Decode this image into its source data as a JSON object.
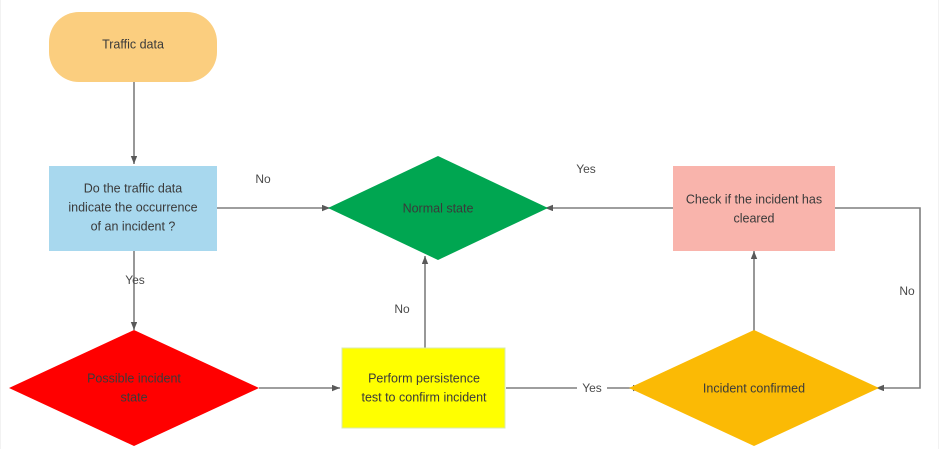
{
  "diagram": {
    "title": "Traffic incident detection flowchart",
    "background_color": "#ffffff",
    "edge_color": "#7f7f7f",
    "text_color": "#3a3a3a"
  },
  "nodes": {
    "traffic_data": {
      "label": "Traffic data",
      "shape": "rounded-rectangle",
      "color": "#FBCE7F"
    },
    "decision_incident": {
      "label": "Do the traffic data indicate the occurrence of an incident ?",
      "line1": "Do the traffic data",
      "line2": "indicate the occurrence",
      "line3": "of an incident ?",
      "shape": "rectangle",
      "color": "#A8D8EE"
    },
    "normal_state": {
      "label": "Normal state",
      "shape": "diamond",
      "color": "#00A651"
    },
    "check_cleared": {
      "label": "Check if the incident has cleared",
      "line1": "Check if the incident has",
      "line2": "cleared",
      "shape": "rectangle",
      "color": "#F9B4AC"
    },
    "possible_incident": {
      "label": "Possible incident state",
      "line1": "Possible incident",
      "line2": "state",
      "shape": "diamond",
      "color": "#FF0000"
    },
    "persistence_test": {
      "label": "Perform persistence test to confirm incident",
      "line1": "Perform persistence",
      "line2": "test to confirm incident",
      "shape": "rectangle",
      "color": "#FFFF00"
    },
    "incident_confirmed": {
      "label": "Incident confirmed",
      "shape": "diamond",
      "color": "#FBBA05"
    }
  },
  "edges": [
    {
      "id": "traffic-to-decision",
      "from": "traffic_data",
      "to": "decision_incident",
      "label": ""
    },
    {
      "id": "decision-no-to-normal",
      "from": "decision_incident",
      "to": "normal_state",
      "label": "No"
    },
    {
      "id": "decision-yes-to-possible",
      "from": "decision_incident",
      "to": "possible_incident",
      "label": "Yes"
    },
    {
      "id": "possible-to-persistence",
      "from": "possible_incident",
      "to": "persistence_test",
      "label": ""
    },
    {
      "id": "persistence-no-to-normal",
      "from": "persistence_test",
      "to": "normal_state",
      "label": "No"
    },
    {
      "id": "persistence-yes-to-confirmed",
      "from": "persistence_test",
      "to": "incident_confirmed",
      "label": "Yes"
    },
    {
      "id": "confirmed-to-check",
      "from": "incident_confirmed",
      "to": "check_cleared",
      "label": ""
    },
    {
      "id": "check-yes-to-normal",
      "from": "check_cleared",
      "to": "normal_state",
      "label": "Yes"
    },
    {
      "id": "check-no-to-confirmed",
      "from": "check_cleared",
      "to": "incident_confirmed",
      "label": "No"
    }
  ]
}
